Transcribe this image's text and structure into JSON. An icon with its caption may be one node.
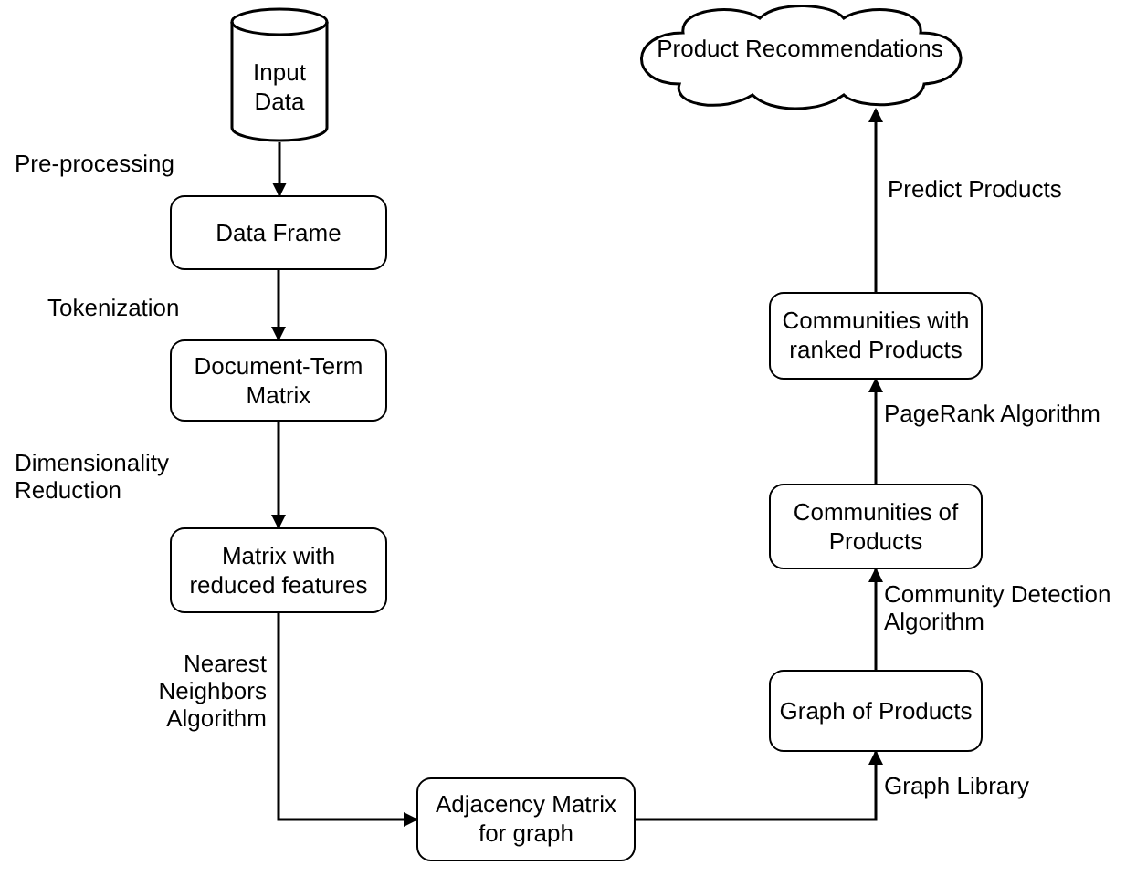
{
  "diagram": {
    "nodes": [
      {
        "text": [
          "Input Data"
        ]
      },
      {
        "text": [
          "Data Frame"
        ]
      },
      {
        "text": [
          "Document-Term Matrix"
        ]
      },
      {
        "text": [
          "Matrix with reduced features"
        ]
      },
      {
        "text": [
          "Adjacency Matrix for graph"
        ]
      },
      {
        "text": [
          "Graph of Products"
        ]
      },
      {
        "text": [
          "Communities of Products"
        ]
      },
      {
        "text": [
          "Communities with ranked Products"
        ]
      },
      {
        "text": [
          "Product Recommendations"
        ]
      }
    ],
    "edges": [
      {
        "from": 0,
        "to": 1,
        "arrow": "to",
        "label": "Pre-processing"
      },
      {
        "from": 1,
        "to": 2,
        "arrow": "to",
        "label": "Tokenization"
      },
      {
        "from": 2,
        "to": 3,
        "arrow": "to",
        "label": "Dimensionality Reduction"
      },
      {
        "from": 3,
        "to": 4,
        "arrow": "to",
        "label": "Nearest Neighbors Algorithm"
      },
      {
        "from": 4,
        "to": 5,
        "arrow": "to",
        "label": "Graph Library"
      },
      {
        "from": 5,
        "to": 6,
        "arrow": "to",
        "label": "Community Detection Algorithm"
      },
      {
        "from": 6,
        "to": 7,
        "arrow": "to",
        "label": "PageRank Algorithm"
      },
      {
        "from": 7,
        "to": 8,
        "arrow": "to",
        "label": "Predict Products"
      }
    ]
  }
}
